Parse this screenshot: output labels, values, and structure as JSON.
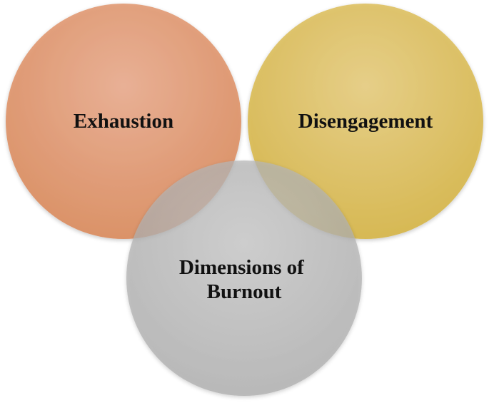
{
  "diagram": {
    "type": "venn",
    "circles": [
      {
        "lines": [
          "Exhaustion"
        ],
        "color": "#D98555",
        "color_light": "#E9A889"
      },
      {
        "lines": [
          "Disengagement"
        ],
        "color": "#D4B23E",
        "color_light": "#E6CB7A"
      },
      {
        "lines": [
          "Dimensions of",
          "Burnout"
        ],
        "color": "#A9A9A9",
        "color_light": "#C4C4C4"
      }
    ]
  }
}
